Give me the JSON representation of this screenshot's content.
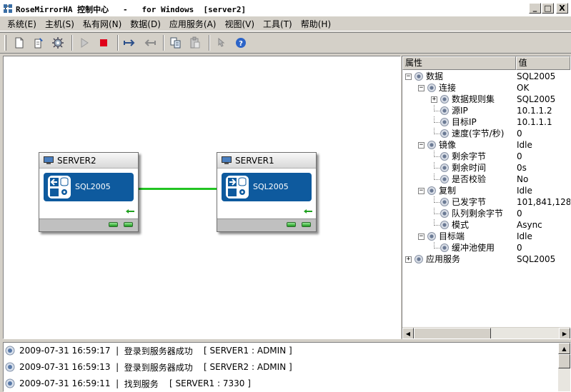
{
  "window": {
    "title": "RoseMirrorHA 控制中心   -   for Windows  [server2]",
    "min_glyph": "_",
    "max_glyph": "□",
    "close_glyph": "X"
  },
  "menu": [
    "系统(E)",
    "主机(S)",
    "私有网(N)",
    "数据(D)",
    "应用服务(A)",
    "视图(V)",
    "工具(T)",
    "帮助(H)"
  ],
  "toolbar": {
    "icons": [
      "new-icon",
      "properties-icon",
      "settings-icon",
      "start-icon",
      "stop-icon",
      "switchover-icon",
      "switchback-icon",
      "copy-icon",
      "paste-icon",
      "pointer-icon",
      "help-icon"
    ]
  },
  "servers": [
    {
      "name": "SERVER2",
      "service": "SQL2005"
    },
    {
      "name": "SERVER1",
      "service": "SQL2005"
    }
  ],
  "colors": {
    "service_fill": "#0e5a9e",
    "link": "#22c422"
  },
  "properties": {
    "col_name": "属性",
    "col_value": "值",
    "rows": [
      {
        "label": "数据",
        "value": "SQL2005",
        "level": 0,
        "expander": "−"
      },
      {
        "label": "连接",
        "value": "OK",
        "level": 1,
        "expander": "−"
      },
      {
        "label": "数据规则集",
        "value": "SQL2005",
        "level": 2,
        "expander": "+"
      },
      {
        "label": "源IP",
        "value": "10.1.1.2",
        "level": 2,
        "expander": ""
      },
      {
        "label": "目标IP",
        "value": "10.1.1.1",
        "level": 2,
        "expander": ""
      },
      {
        "label": "速度(字节/秒)",
        "value": "0",
        "level": 2,
        "expander": ""
      },
      {
        "label": "镜像",
        "value": "Idle",
        "level": 1,
        "expander": "−"
      },
      {
        "label": "剩余字节",
        "value": "0",
        "level": 2,
        "expander": ""
      },
      {
        "label": "剩余时间",
        "value": "0s",
        "level": 2,
        "expander": ""
      },
      {
        "label": "是否校验",
        "value": "No",
        "level": 2,
        "expander": ""
      },
      {
        "label": "复制",
        "value": "Idle",
        "level": 1,
        "expander": "−"
      },
      {
        "label": "已发字节",
        "value": "101,841,128",
        "level": 2,
        "expander": ""
      },
      {
        "label": "队列剩余字节",
        "value": "0",
        "level": 2,
        "expander": ""
      },
      {
        "label": "模式",
        "value": "Async",
        "level": 2,
        "expander": ""
      },
      {
        "label": "目标端",
        "value": "Idle",
        "level": 1,
        "expander": "−"
      },
      {
        "label": "缓冲池使用",
        "value": "0",
        "level": 2,
        "expander": ""
      },
      {
        "label": "应用服务",
        "value": "SQL2005",
        "level": 0,
        "expander": "+"
      }
    ]
  },
  "log": [
    {
      "time": "2009-07-31 16:59:17",
      "message": "登录到服务器成功",
      "detail": "[ SERVER1 : ADMIN ]"
    },
    {
      "time": "2009-07-31 16:59:13",
      "message": "登录到服务器成功",
      "detail": "[ SERVER2 : ADMIN ]"
    },
    {
      "time": "2009-07-31 16:59:11",
      "message": "找到服务",
      "detail": "[ SERVER1 : 7330 ]"
    }
  ]
}
